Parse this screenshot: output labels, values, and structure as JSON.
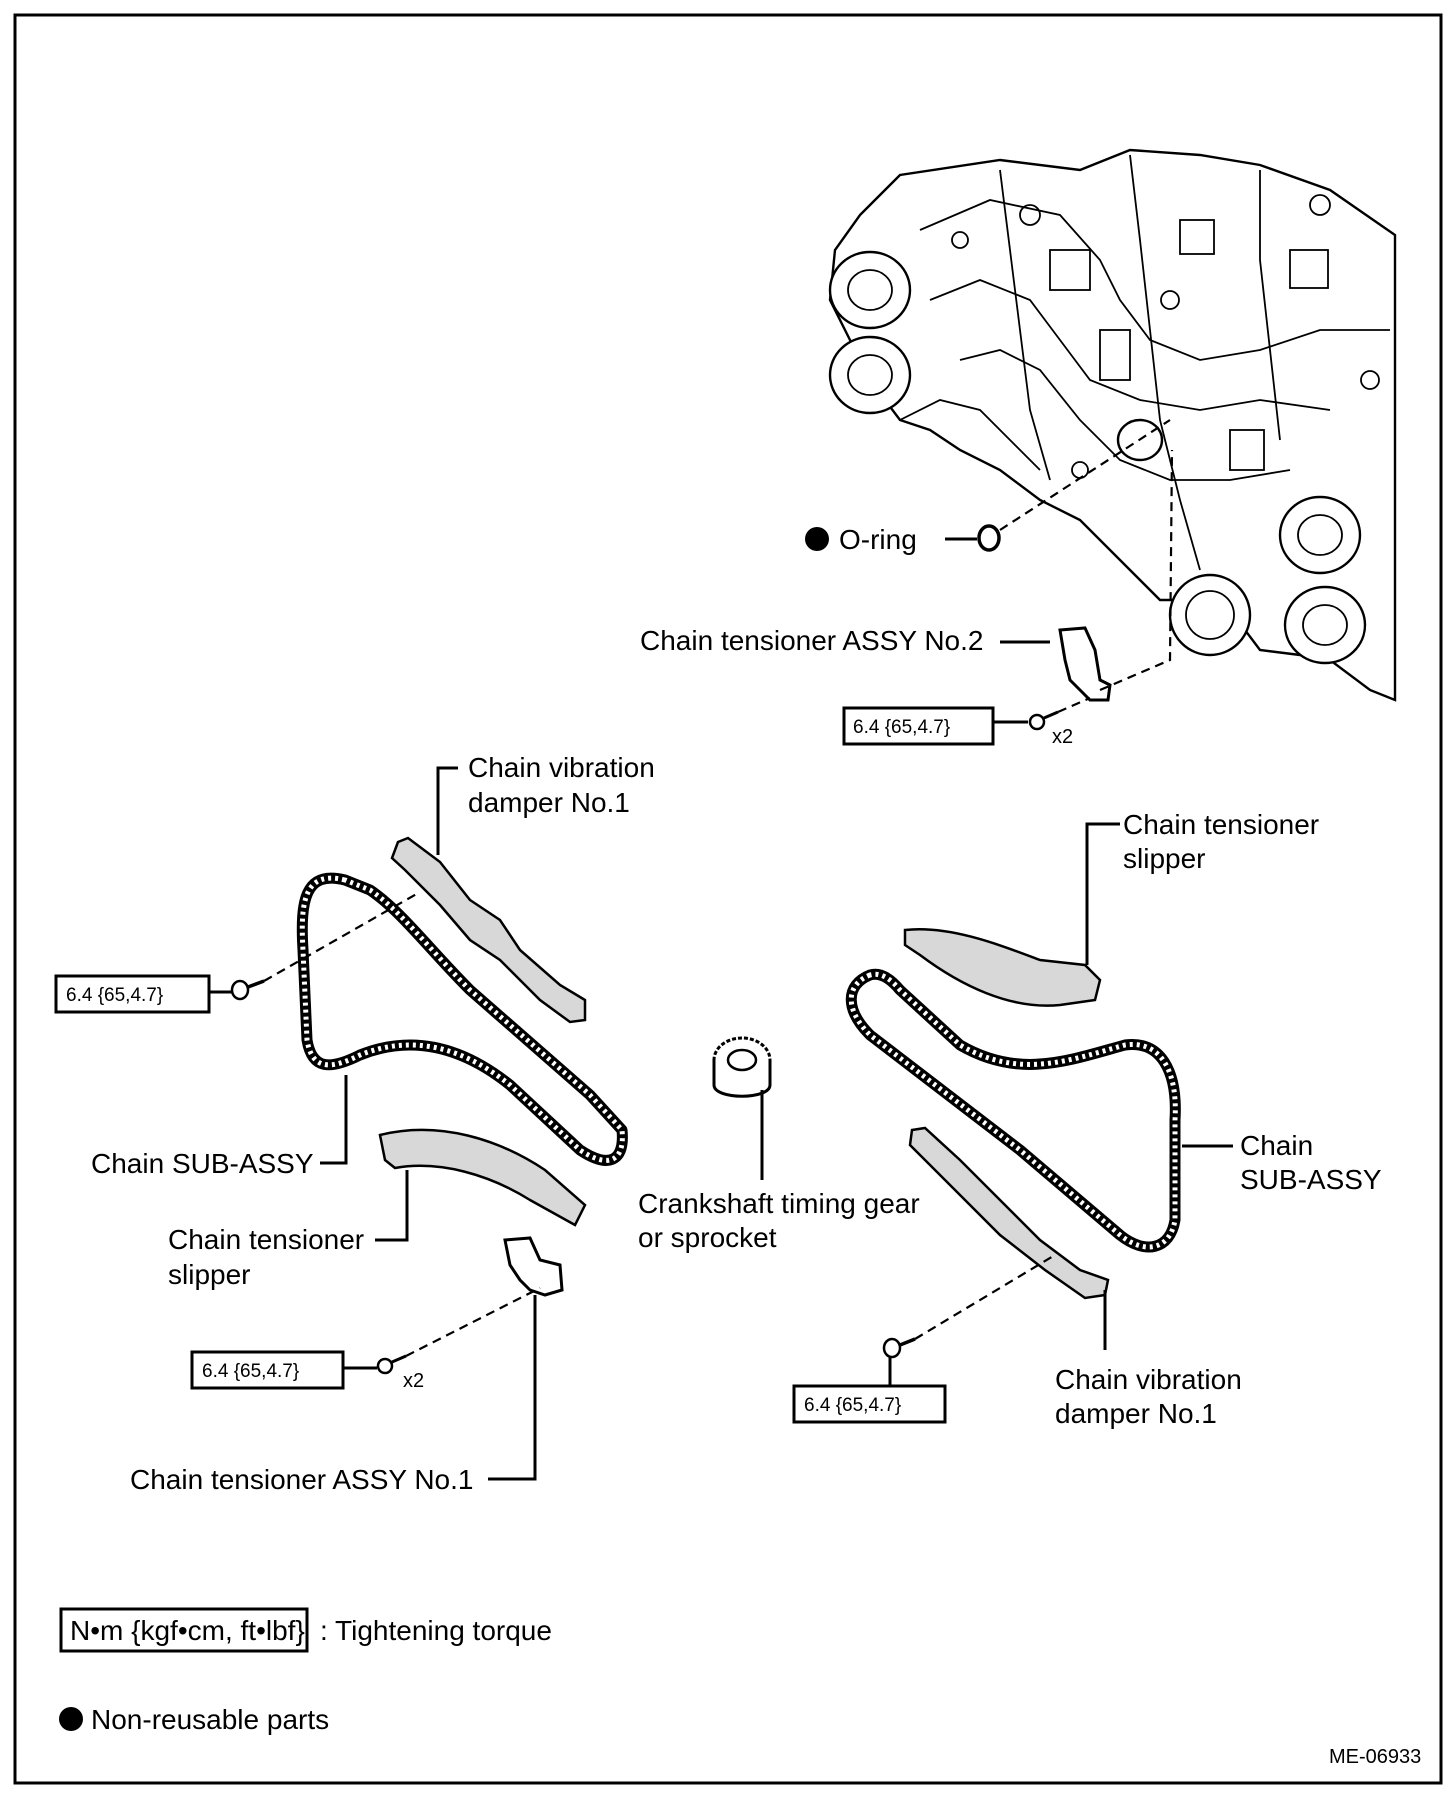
{
  "labels": {
    "o_ring": "O-ring",
    "tensioner_no2": "Chain tensioner ASSY No.2",
    "vib_damper_left_1": "Chain vibration",
    "vib_damper_left_2": "damper No.1",
    "tens_slipper_right_1": "Chain tensioner",
    "tens_slipper_right_2": "slipper",
    "chain_left": "Chain SUB-ASSY",
    "crank_1": "Crankshaft timing gear",
    "crank_2": "or sprocket",
    "chain_right_1": "Chain",
    "chain_right_2": "SUB-ASSY",
    "tens_slipper_left_1": "Chain tensioner",
    "tens_slipper_left_2": "slipper",
    "vib_damper_right_1": "Chain vibration",
    "vib_damper_right_2": "damper No.1",
    "tensioner_no1": "Chain tensioner ASSY No.1"
  },
  "torque": {
    "top": "6.4 {65,4.7}",
    "left": "6.4 {65,4.7}",
    "bottom_left": "6.4 {65,4.7}",
    "bottom_right": "6.4 {65,4.7}"
  },
  "quantity": {
    "top": "x2",
    "bottom_left": "x2"
  },
  "legend": {
    "torque_unit": "N•m {kgf•cm, ft•lbf}",
    "torque_text": ": Tightening torque",
    "non_reusable": "Non-reusable parts"
  },
  "figure_id": "ME-06933"
}
